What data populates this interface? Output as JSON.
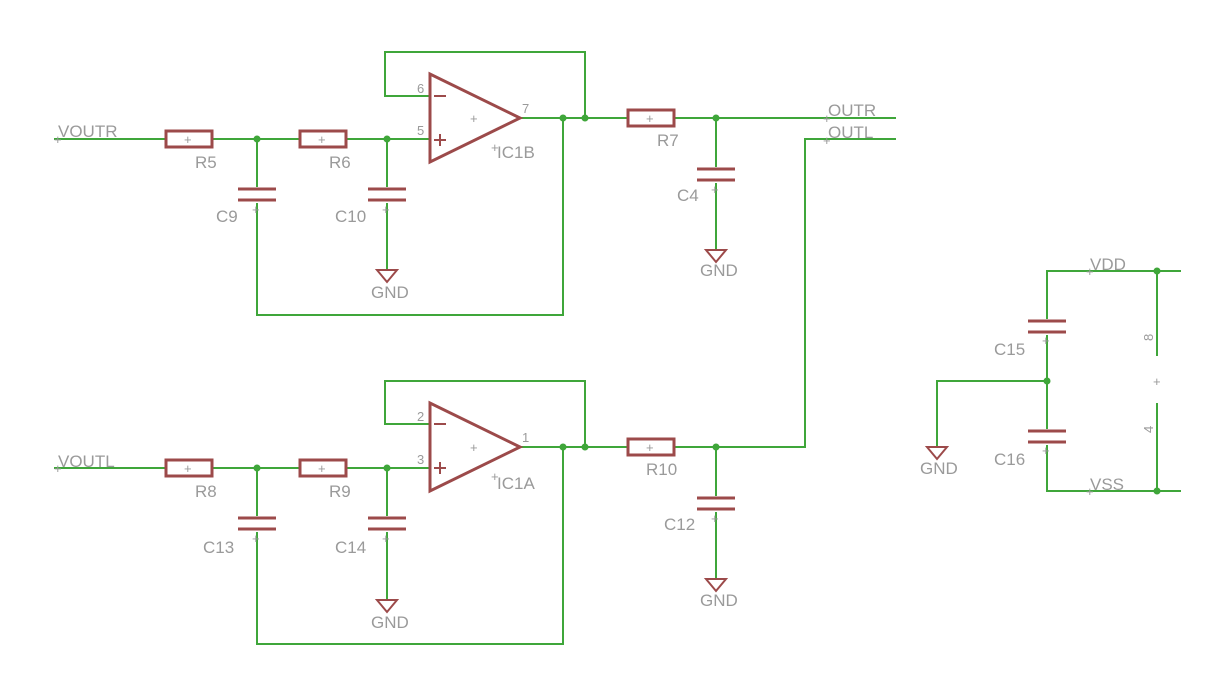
{
  "nets": {
    "voutr": "VOUTR",
    "voutl": "VOUTL",
    "outr": "OUTR",
    "outl": "OUTL",
    "vdd": "VDD",
    "vss": "VSS"
  },
  "components": {
    "r5": "R5",
    "r6": "R6",
    "r7": "R7",
    "r8": "R8",
    "r9": "R9",
    "r10": "R10",
    "c4": "C4",
    "c9": "C9",
    "c10": "C10",
    "c12": "C12",
    "c13": "C13",
    "c14": "C14",
    "c15": "C15",
    "c16": "C16",
    "ic1a": "IC1A",
    "ic1b": "IC1B"
  },
  "ground_label": "GND",
  "pins": {
    "ic1b_inv": "6",
    "ic1b_noninv": "5",
    "ic1b_out": "7",
    "ic1a_inv": "2",
    "ic1a_noninv": "3",
    "ic1a_out": "1",
    "pwr_vdd": "8",
    "pwr_vss": "4"
  },
  "symbols": {
    "plus": "+",
    "minus": "−"
  },
  "colors": {
    "wire": "#3fa63a",
    "symbol": "#9c4a4a",
    "text": "#9a9a9a",
    "background": "#ffffff"
  }
}
